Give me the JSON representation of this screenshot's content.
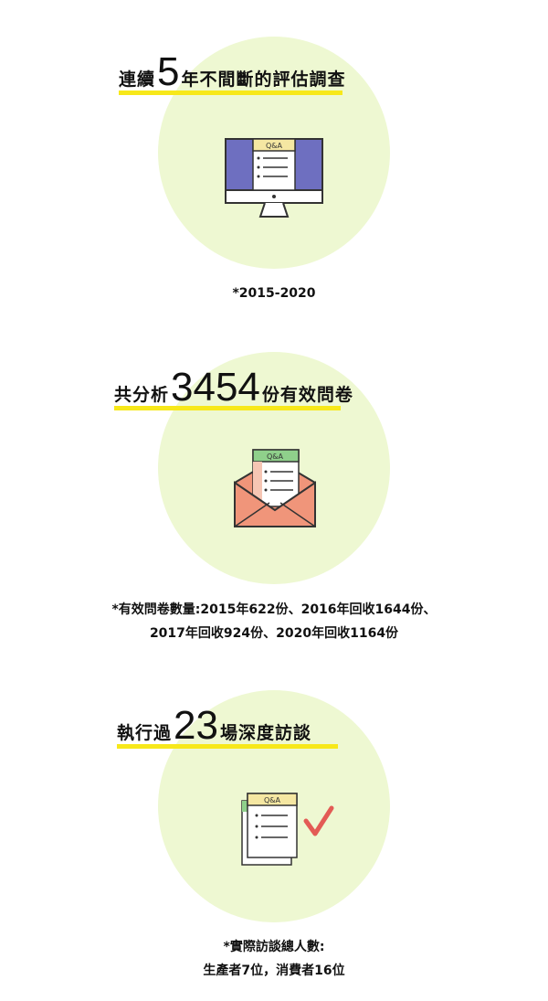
{
  "sections": [
    {
      "heading_pre": "連續",
      "heading_num": "5",
      "heading_post": "年不間斷的評估調查",
      "icon_label": "Q&A",
      "icon": "monitor-survey-icon",
      "note_lines": [
        "*2015-2020"
      ]
    },
    {
      "heading_pre": "共分析",
      "heading_num": "3454",
      "heading_post": "份有效問卷",
      "icon_label": "Q&A",
      "icon": "envelope-survey-icon",
      "note_lines": [
        "*有效問卷數量:2015年622份、2016年回收1644份、",
        "2017年回收924份、2020年回收1164份"
      ]
    },
    {
      "heading_pre": "執行過",
      "heading_num": "23",
      "heading_post": "場深度訪談",
      "icon_label": "Q&A",
      "icon": "checklist-document-icon",
      "note_lines": [
        "*實際訪談總人數:",
        "生產者7位，消費者16位"
      ]
    }
  ],
  "colors": {
    "circle": "#eef8d2",
    "highlight": "#f7e81a",
    "monitor_screen": "#6e6fc0",
    "qa_tag": "#f5e7a2",
    "envelope": "#f0957a",
    "envelope_tag": "#8fd08b",
    "check": "#e35b55"
  }
}
